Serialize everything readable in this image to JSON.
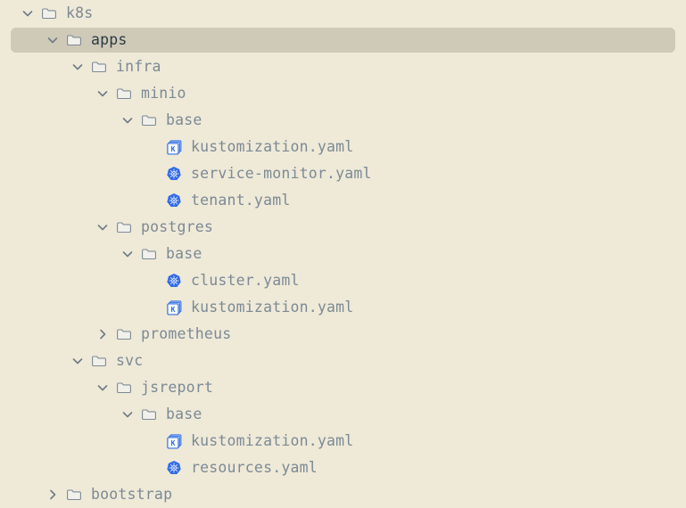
{
  "theme": {
    "background": "#efe9d8",
    "selection_background": "#cfc9b8",
    "text": "#7c8a94",
    "selected_text": "#2c3a45",
    "folder_outline": "#7c8a94",
    "folder_fill": "#f2f0ea",
    "kubernetes_blue": "#326ce5",
    "kustomize_blue": "#2f6fe4"
  },
  "tree": {
    "name": "file-explorer-tree",
    "rows": [
      {
        "label": "k8s",
        "type": "folder",
        "depth": 0,
        "expanded": true,
        "selected": false,
        "icon": "folder-icon",
        "twisty": "chevron-down-icon"
      },
      {
        "label": "apps",
        "type": "folder",
        "depth": 1,
        "expanded": true,
        "selected": true,
        "icon": "folder-icon",
        "twisty": "chevron-down-icon"
      },
      {
        "label": "infra",
        "type": "folder",
        "depth": 2,
        "expanded": true,
        "selected": false,
        "icon": "folder-icon",
        "twisty": "chevron-down-icon"
      },
      {
        "label": "minio",
        "type": "folder",
        "depth": 3,
        "expanded": true,
        "selected": false,
        "icon": "folder-icon",
        "twisty": "chevron-down-icon"
      },
      {
        "label": "base",
        "type": "folder",
        "depth": 4,
        "expanded": true,
        "selected": false,
        "icon": "folder-icon",
        "twisty": "chevron-down-icon"
      },
      {
        "label": "kustomization.yaml",
        "type": "file",
        "depth": 5,
        "expanded": null,
        "selected": false,
        "icon": "kustomize-icon",
        "twisty": "none"
      },
      {
        "label": "service-monitor.yaml",
        "type": "file",
        "depth": 5,
        "expanded": null,
        "selected": false,
        "icon": "kubernetes-icon",
        "twisty": "none"
      },
      {
        "label": "tenant.yaml",
        "type": "file",
        "depth": 5,
        "expanded": null,
        "selected": false,
        "icon": "kubernetes-icon",
        "twisty": "none"
      },
      {
        "label": "postgres",
        "type": "folder",
        "depth": 3,
        "expanded": true,
        "selected": false,
        "icon": "folder-icon",
        "twisty": "chevron-down-icon"
      },
      {
        "label": "base",
        "type": "folder",
        "depth": 4,
        "expanded": true,
        "selected": false,
        "icon": "folder-icon",
        "twisty": "chevron-down-icon"
      },
      {
        "label": "cluster.yaml",
        "type": "file",
        "depth": 5,
        "expanded": null,
        "selected": false,
        "icon": "kubernetes-icon",
        "twisty": "none"
      },
      {
        "label": "kustomization.yaml",
        "type": "file",
        "depth": 5,
        "expanded": null,
        "selected": false,
        "icon": "kustomize-icon",
        "twisty": "none"
      },
      {
        "label": "prometheus",
        "type": "folder",
        "depth": 3,
        "expanded": false,
        "selected": false,
        "icon": "folder-icon",
        "twisty": "chevron-right-icon"
      },
      {
        "label": "svc",
        "type": "folder",
        "depth": 2,
        "expanded": true,
        "selected": false,
        "icon": "folder-icon",
        "twisty": "chevron-down-icon"
      },
      {
        "label": "jsreport",
        "type": "folder",
        "depth": 3,
        "expanded": true,
        "selected": false,
        "icon": "folder-icon",
        "twisty": "chevron-down-icon"
      },
      {
        "label": "base",
        "type": "folder",
        "depth": 4,
        "expanded": true,
        "selected": false,
        "icon": "folder-icon",
        "twisty": "chevron-down-icon"
      },
      {
        "label": "kustomization.yaml",
        "type": "file",
        "depth": 5,
        "expanded": null,
        "selected": false,
        "icon": "kustomize-icon",
        "twisty": "none"
      },
      {
        "label": "resources.yaml",
        "type": "file",
        "depth": 5,
        "expanded": null,
        "selected": false,
        "icon": "kubernetes-icon",
        "twisty": "none"
      },
      {
        "label": "bootstrap",
        "type": "folder",
        "depth": 1,
        "expanded": false,
        "selected": false,
        "icon": "folder-icon",
        "twisty": "chevron-right-icon"
      }
    ]
  }
}
